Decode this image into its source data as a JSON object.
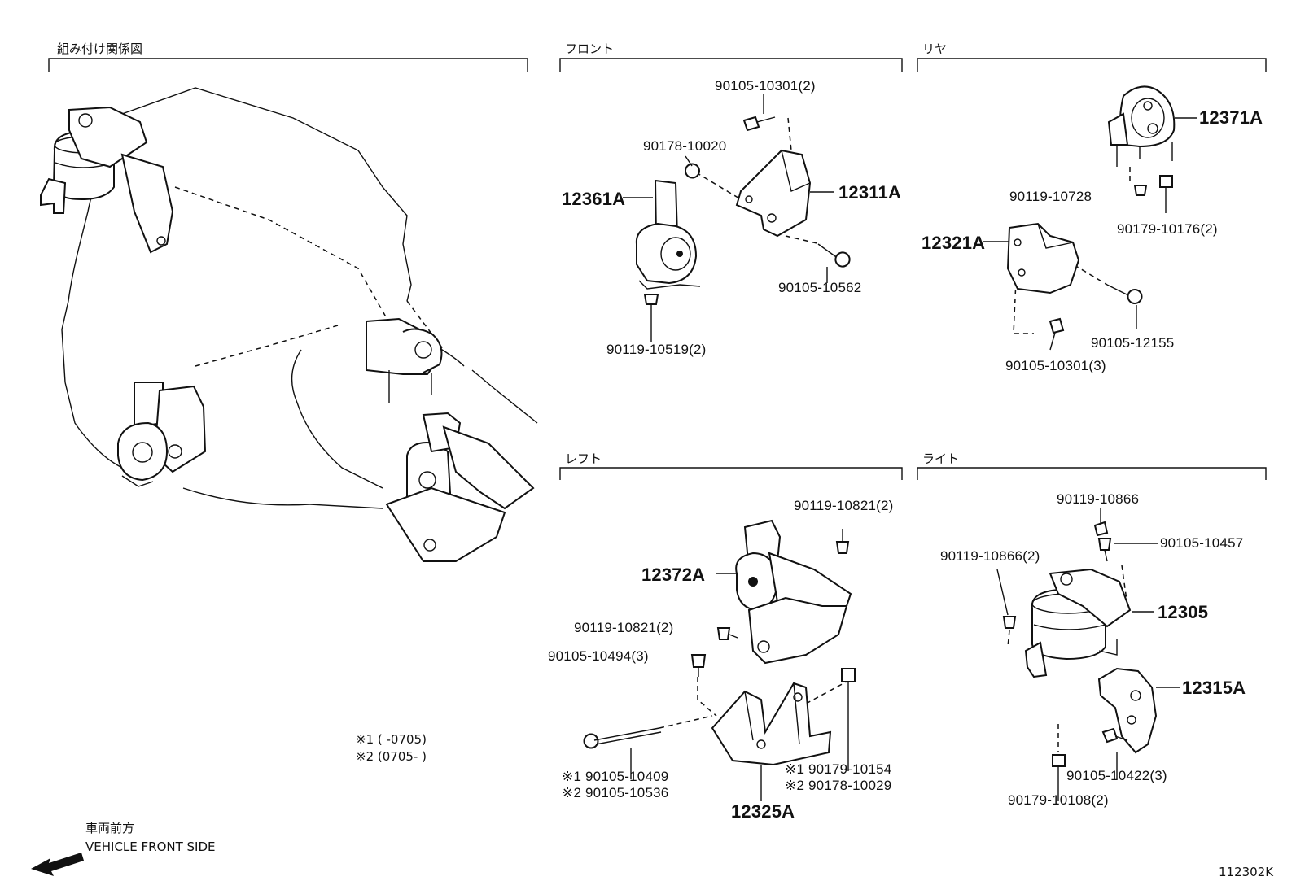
{
  "sections": {
    "assembly": "組み付け関係図",
    "front": "フロント",
    "rear": "リヤ",
    "left": "レフト",
    "right": "ライト"
  },
  "front_parts": {
    "p1": "90105-10301(2)",
    "p2": "90178-10020",
    "p3": "12361A",
    "p4": "12311A",
    "p5": "90105-10562",
    "p6": "90119-10519(2)"
  },
  "rear_parts": {
    "p1": "12371A",
    "p2": "90119-10728",
    "p3": "90179-10176(2)",
    "p4": "12321A",
    "p5": "90105-12155",
    "p6": "90105-10301(3)"
  },
  "left_parts": {
    "p1": "90119-10821(2)",
    "p2": "12372A",
    "p3": "90119-10821(2)",
    "p4": "90105-10494(3)",
    "p5": "※1 90105-10409",
    "p6": "※2 90105-10536",
    "p7": "12325A",
    "p8": "※1 90179-10154",
    "p9": "※2 90178-10029"
  },
  "right_parts": {
    "p1": "90119-10866",
    "p2": "90105-10457",
    "p3": "90119-10866(2)",
    "p4": "12305",
    "p5": "12315A",
    "p6": "90105-10422(3)",
    "p7": "90179-10108(2)"
  },
  "notes": {
    "n1": "※1 (    -0705)",
    "n2": "※2 (0705-     )"
  },
  "direction": {
    "jp": "車両前方",
    "en": "VEHICLE FRONT SIDE"
  },
  "figure_id": "112302K"
}
